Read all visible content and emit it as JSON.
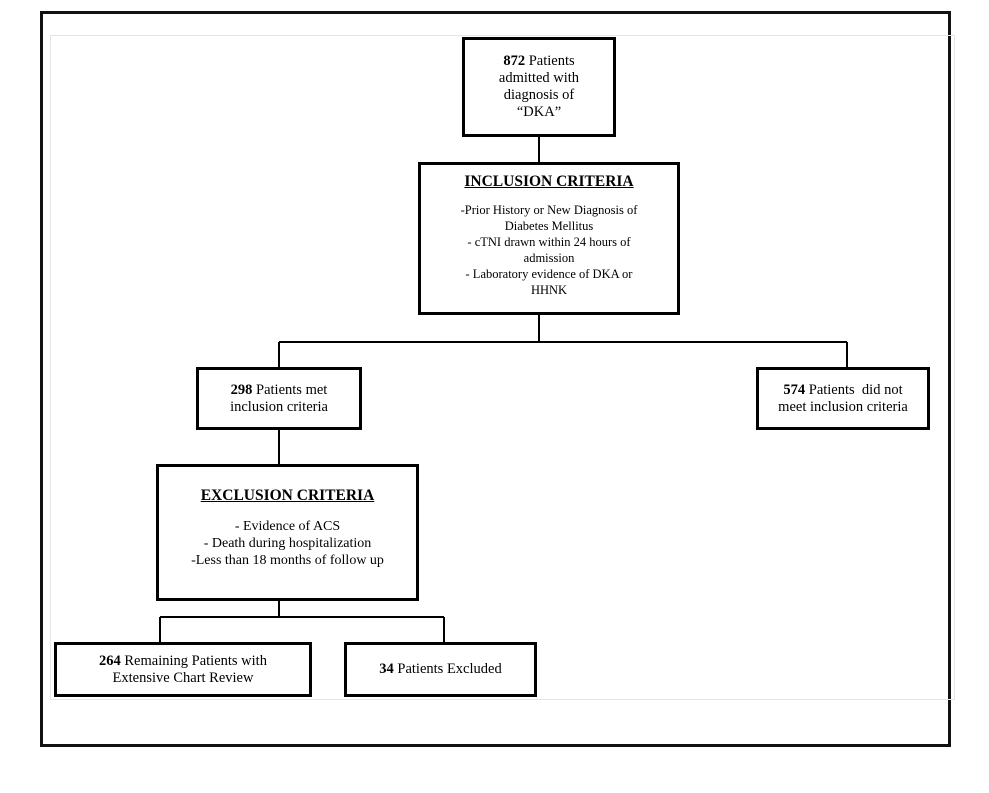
{
  "flowchart": {
    "admitted": {
      "count": "872",
      "text_line1": " Patients",
      "text_rest": [
        "admitted with",
        "diagnosis of",
        "“DKA”"
      ]
    },
    "inclusion": {
      "heading": "INCLUSION CRITERIA",
      "items": [
        "-Prior History or New Diagnosis of",
        "Diabetes Mellitus",
        "- cTNI drawn within 24 hours of",
        "admission",
        "- Laboratory evidence of DKA or",
        "HHNK"
      ]
    },
    "met": {
      "count": "298",
      "text_line1": " Patients met",
      "text_line2": "inclusion criteria"
    },
    "not_met": {
      "count": "574",
      "text_line1": " Patients  did not",
      "text_line2": "meet inclusion criteria"
    },
    "exclusion": {
      "heading": "EXCLUSION CRITERIA",
      "items": [
        "- Evidence of ACS",
        "- Death during hospitalization",
        "-Less than 18 months of follow up"
      ]
    },
    "remaining": {
      "count": "264",
      "text_line1": " Remaining Patients with",
      "text_line2": "Extensive Chart Review"
    },
    "excluded": {
      "count": "34",
      "text_line1": " Patients Excluded"
    }
  }
}
